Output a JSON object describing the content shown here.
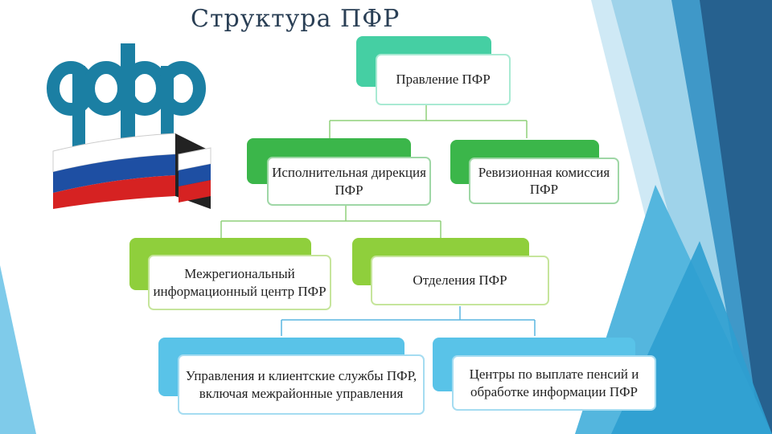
{
  "slide": {
    "title": "Структура ПФР"
  },
  "logo": {
    "text": "ПФР",
    "colors": {
      "blue": "#1b7fa3",
      "white": "#ffffff",
      "flag_blue": "#1e4fa3",
      "flag_red": "#d62222"
    }
  },
  "org_chart": {
    "root": "Правление ПФР",
    "level2": [
      "Исполнительная дирекция ПФР",
      "Ревизионная комиссия ПФР"
    ],
    "level3": [
      "Межрегиональный информационный центр ПФР",
      "Отделения ПФР"
    ],
    "level4": [
      "Управления и клиентские службы ПФР, включая межрайонные управления",
      "Центры по выплате пенсий и обработке информации ПФР"
    ],
    "edges": [
      [
        "Правление ПФР",
        "Исполнительная дирекция ПФР"
      ],
      [
        "Правление ПФР",
        "Ревизионная комиссия ПФР"
      ],
      [
        "Исполнительная дирекция ПФР",
        "Межрегиональный информационный центр ПФР"
      ],
      [
        "Исполнительная дирекция ПФР",
        "Отделения ПФР"
      ],
      [
        "Отделения ПФР",
        "Управления и клиентские службы ПФР, включая межрайонные управления"
      ],
      [
        "Отделения ПФР",
        "Центры по выплате пенсий и обработке информации ПФР"
      ]
    ]
  },
  "colors": {
    "root_accent": "#45cfa3",
    "level2_accent": "#3bb64a",
    "level3_accent": "#8fcf3c",
    "level4_accent": "#59c3e8",
    "connector": "#8fd07a",
    "connector_blue": "#5ab6e0",
    "title": "#2a3f55"
  }
}
